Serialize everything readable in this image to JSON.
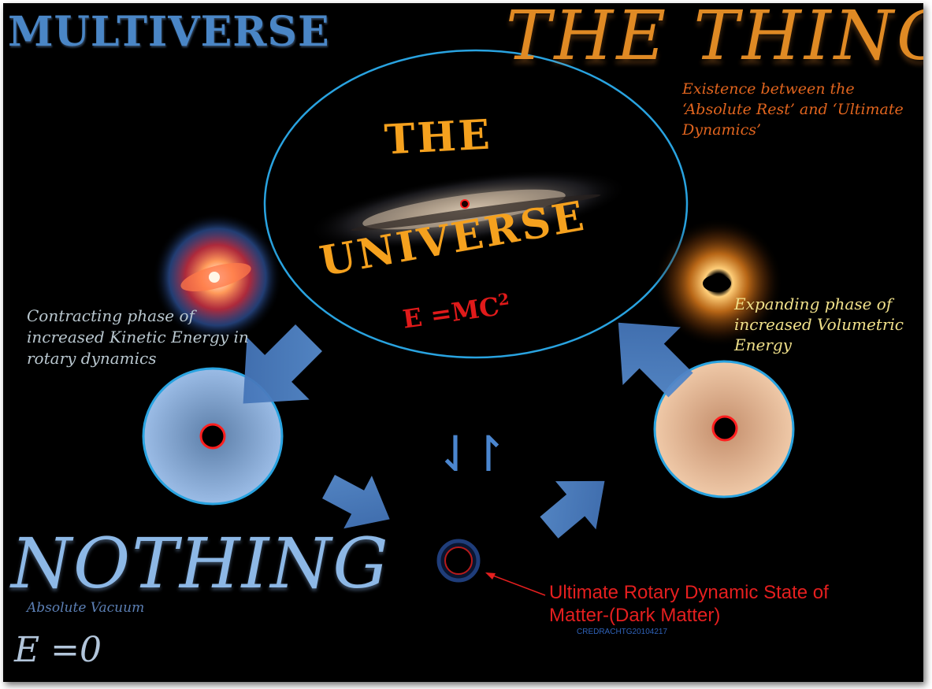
{
  "titles": {
    "multiverse": "MULTIVERSE",
    "the_thing": "THE THING",
    "the_thing_description": "Existence between the ‘Absolute Rest’ and ‘Ultimate Dynamics’"
  },
  "universe": {
    "line1": "THE",
    "line2": "UNIVERSE",
    "equation": "E =MC",
    "equation_superscript": "2"
  },
  "phases": {
    "contracting": "Contracting phase of increased Kinetic Energy in rotary dynamics",
    "expanding": "Expanding phase of increased Volumetric Energy"
  },
  "nothing": {
    "title": "NOTHING",
    "description": "Absolute Vacuum",
    "equation": "E =0"
  },
  "dark_matter": {
    "label": "Ultimate Rotary Dynamic State of Matter-(Dark Matter)",
    "credit": "CREDRACHTG20104217"
  },
  "equilibrium_symbol": "⇃↾",
  "colors": {
    "background": "#000000",
    "multiverse": "#4a86c6",
    "the_thing": "#e08a24",
    "universe_text": "#f5a11e",
    "equation": "#e01a1a",
    "ellipse_stroke": "#29a3e0",
    "arrows": "#4a7ec2",
    "left_disc": "#8aaedc",
    "right_disc": "#ddb596",
    "dark_matter_label": "#e51f1f"
  }
}
